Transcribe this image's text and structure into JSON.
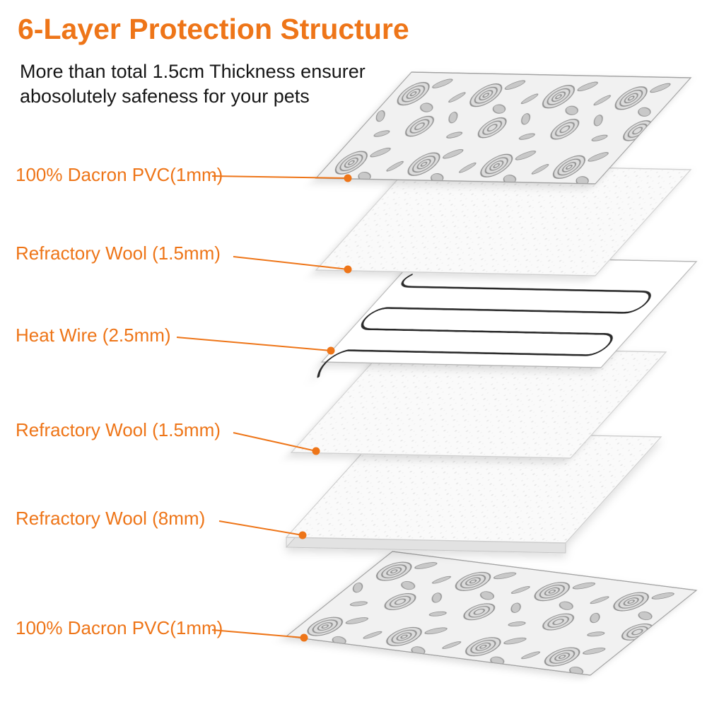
{
  "page": {
    "title": "6-Layer Protection Structure",
    "subtitle_line1": "More than total 1.5cm Thickness ensurer",
    "subtitle_line2": "abosolutely safeness for your pets"
  },
  "colors": {
    "accent_orange": "#ee7518",
    "wire_black": "#2b2b2b",
    "sheet_gray": "#f1f1f1"
  },
  "layers": [
    {
      "label": "100% Dacron PVC(1mm)",
      "material": "floral-fabric"
    },
    {
      "label": "Refractory Wool (1.5mm)",
      "material": "refractory-wool"
    },
    {
      "label": "Heat Wire (2.5mm)",
      "material": "heat-wire"
    },
    {
      "label": "Refractory Wool (1.5mm)",
      "material": "refractory-wool"
    },
    {
      "label": "Refractory Wool (8mm)",
      "material": "refractory-wool-thick"
    },
    {
      "label": "100% Dacron PVC(1mm)",
      "material": "floral-fabric"
    }
  ]
}
